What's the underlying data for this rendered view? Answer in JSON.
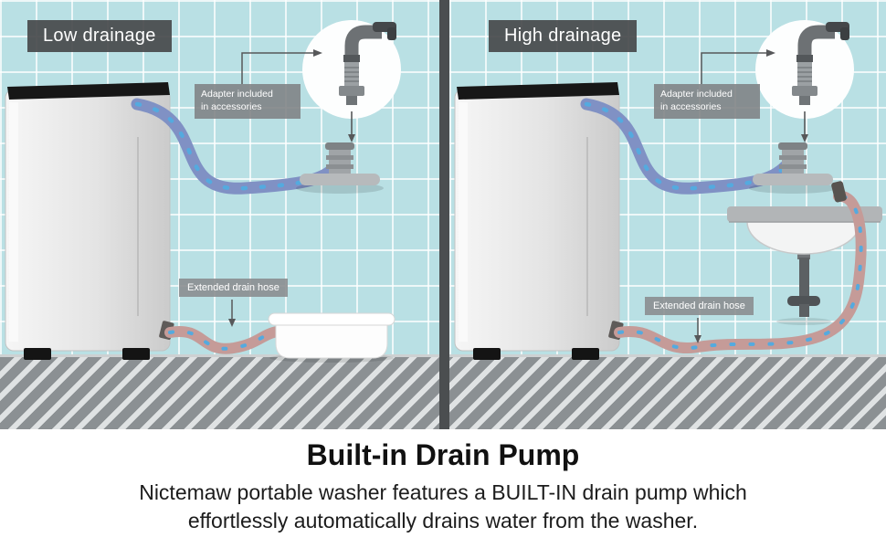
{
  "scene": {
    "panels": [
      {
        "id": "low",
        "title": "Low drainage",
        "adapter_note_line1": "Adapter included",
        "adapter_note_line2": "in accessories",
        "hose_note": "Extended drain hose"
      },
      {
        "id": "high",
        "title": "High drainage",
        "adapter_note_line1": "Adapter included",
        "adapter_note_line2": "in accessories",
        "hose_note": "Extended drain hose"
      }
    ],
    "colors": {
      "tile": "#b9e0e4",
      "divider": "#4b4e50",
      "label_bg": "#484a4c",
      "note_bg": "#818486",
      "hose_blue": "#8091c4",
      "hose_pink": "#c59b98",
      "hose_dots": "#54aadf",
      "floor_gray": "#8b9093"
    }
  },
  "caption": {
    "title": "Built-in Drain Pump",
    "line1": "Nictemaw portable washer features a BUILT-IN drain pump which",
    "line2": "effortlessly automatically drains water from the washer."
  }
}
